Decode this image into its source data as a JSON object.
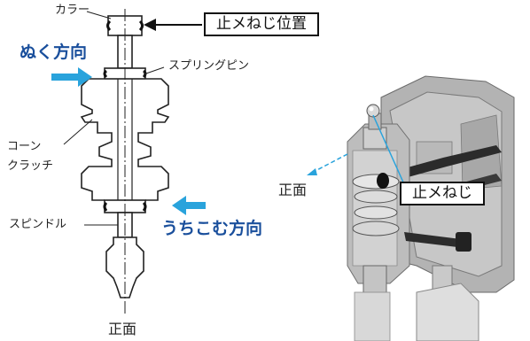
{
  "left_diagram": {
    "label_collar": "カラー",
    "label_setscrew_position": "止メねじ位置",
    "label_pull_direction": "ぬく方向",
    "label_spring_pin": "スプリングピン",
    "label_cone_clutch": "コーン\nクラッチ",
    "label_spindle": "スピンドル",
    "label_drive_direction": "うちこむ方向",
    "label_front": "正面"
  },
  "right_diagram": {
    "label_setscrew": "止メねじ",
    "label_front": "正面"
  },
  "colors": {
    "arrow_blue": "#29a3dc",
    "text_blue": "#1a4f9c",
    "line_dark": "#222222"
  }
}
